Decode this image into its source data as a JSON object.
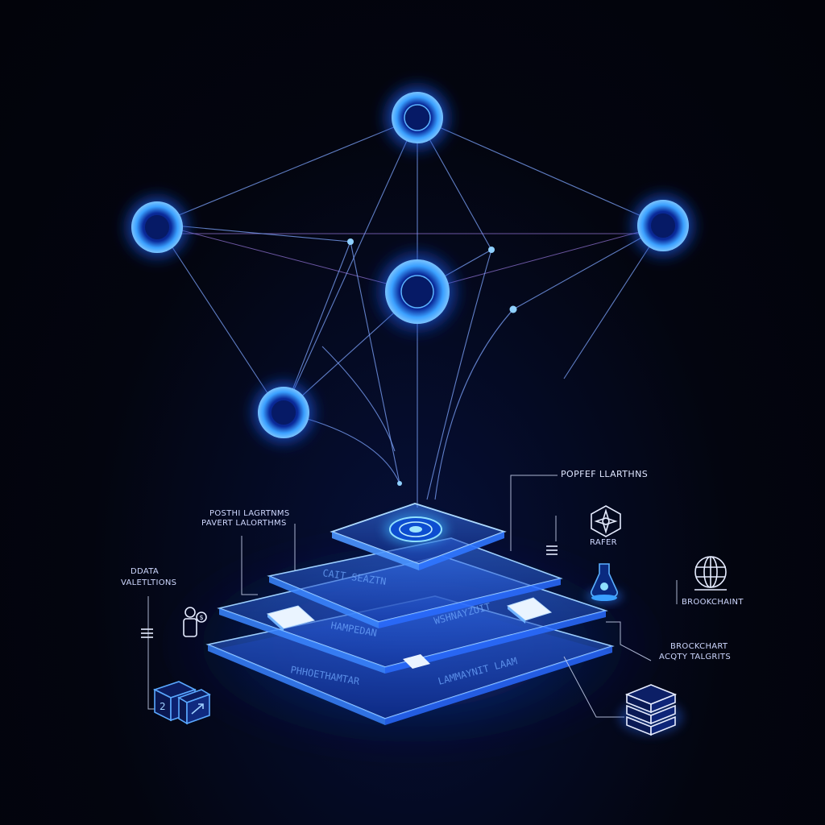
{
  "labels": {
    "top_right": "POPFEF LLARTHNS",
    "left_upper_line1": "POSTHI LAGRTNMS",
    "left_upper_line2": "PAVERT LALORTHMS",
    "left_lower_line1": "DDATA",
    "left_lower_line2": "VALETLTIONS",
    "right_small": "RAFER",
    "right_globe": "BROOKCHAINT",
    "right_lower_line1": "BROCKCHART",
    "right_lower_line2": "ACQTY TALGRITS"
  },
  "layer_texts": {
    "layer2": "CAIT SEAZTN",
    "layer3": "HAMPEDAN",
    "layer3b": "WSHNAYZUIT",
    "layer4": "PHHOETHAMTAR",
    "layer4b": "LAMMAYNIT LAAM"
  },
  "colors": {
    "background": "#03040e",
    "node_glow": "#2d7dff",
    "node_core": "#0a2a8a",
    "line": "#7fa6ff",
    "accent_violet": "#b08cff",
    "text": "#dfe6ff"
  },
  "icons": [
    "network-node-icon",
    "stacked-layer-icon",
    "chip-icon",
    "gear-emblem-icon",
    "user-coin-icon",
    "cube-icon",
    "compass-icon",
    "flask-icon",
    "globe-icon",
    "server-stack-icon",
    "list-icon"
  ]
}
